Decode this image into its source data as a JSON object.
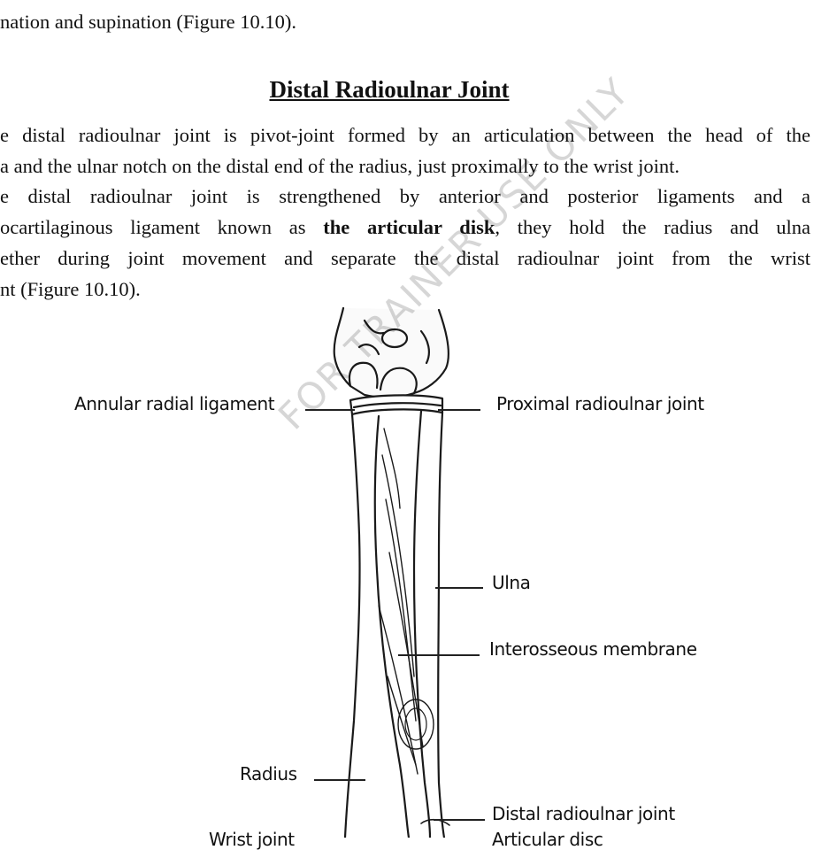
{
  "text": {
    "top_line_fragment": "nation and supination (Figure 10.10).",
    "heading": "Distal Radioulnar Joint",
    "para1_line1": "e distal radioulnar joint is pivot-joint formed by an articulation between the head of the",
    "para1_line2": "a and the ulnar notch on the distal end of the radius, just proximally to the wrist joint.",
    "para2_line1": "e distal radioulnar joint is strengthened by anterior and posterior ligaments and a",
    "para2_line2_pre": "ocartilaginous ligament known as ",
    "para2_line2_bold": "the articular disk",
    "para2_line2_post": ", they hold the radius and ulna",
    "para2_line3": "ether during joint movement and separate the distal radioulnar joint from the wrist",
    "para2_line4": "nt (Figure 10.10)."
  },
  "figure": {
    "labels": {
      "annular_radial_ligament": "Annular radial ligament",
      "proximal_radioulnar_joint": "Proximal radioulnar joint",
      "ulna": "Ulna",
      "interosseous_membrane": "Interosseous membrane",
      "radius": "Radius",
      "distal_radioulnar_joint": "Distal radioulnar joint",
      "wrist_joint_partial": "Wrist joint",
      "articular_disk_partial": "Articular disc"
    },
    "watermark": "FOR TRAINER USE ONLY"
  }
}
